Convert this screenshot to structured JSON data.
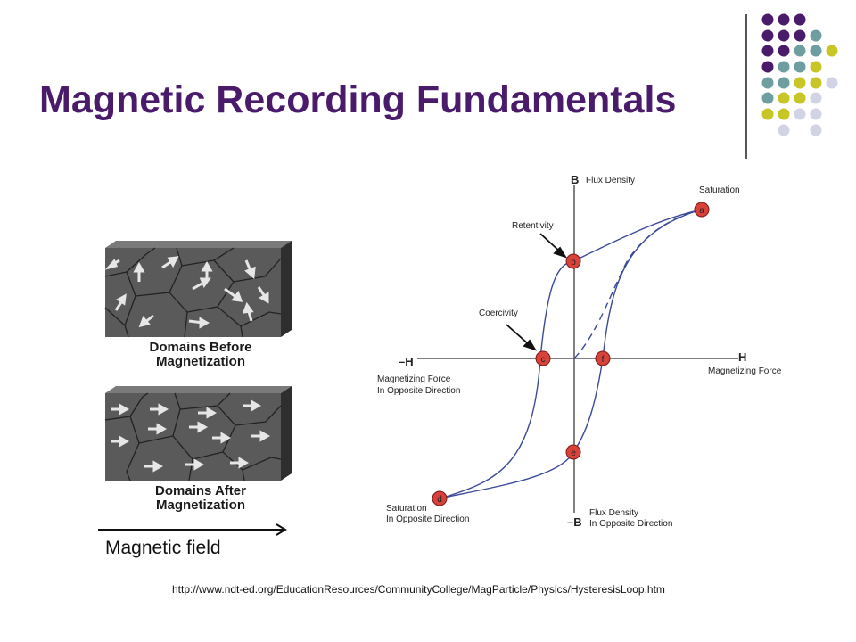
{
  "slide": {
    "title": "Magnetic Recording Fundamentals",
    "field_label": "Magnetic field",
    "source_url": "http://www.ndt-ed.org/EducationResources/CommunityCollege/MagParticle/Physics/HysteresisLoop.htm"
  },
  "domains": {
    "before_caption_1": "Domains Before",
    "before_caption_2": "Magnetization",
    "after_caption_1": "Domains After",
    "after_caption_2": "Magnetization"
  },
  "loop": {
    "b_axis": "B",
    "b_axis_label": "Flux Density",
    "neg_b_axis": "–B",
    "neg_b_label_1": "Flux Density",
    "neg_b_label_2": "In Opposite Direction",
    "h_axis": "H",
    "h_axis_label": "Magnetizing Force",
    "neg_h_axis": "–H",
    "neg_h_label_1": "Magnetizing Force",
    "neg_h_label_2": "In Opposite Direction",
    "saturation": "Saturation",
    "saturation_opp_1": "Saturation",
    "saturation_opp_2": "In Opposite Direction",
    "retentivity": "Retentivity",
    "coercivity": "Coercivity",
    "point_a": "a",
    "point_b": "b",
    "point_c": "c",
    "point_d": "d",
    "point_e": "e",
    "point_f": "f"
  },
  "colors": {
    "title": "#4a1a6b",
    "dot_purple": "#4a1a6b",
    "dot_teal": "#6f9ea0",
    "dot_yellow": "#c8c626",
    "dot_lavender": "#d3d3e6",
    "loop_curve": "#3c4a9a",
    "point_fill": "#d9423a"
  }
}
